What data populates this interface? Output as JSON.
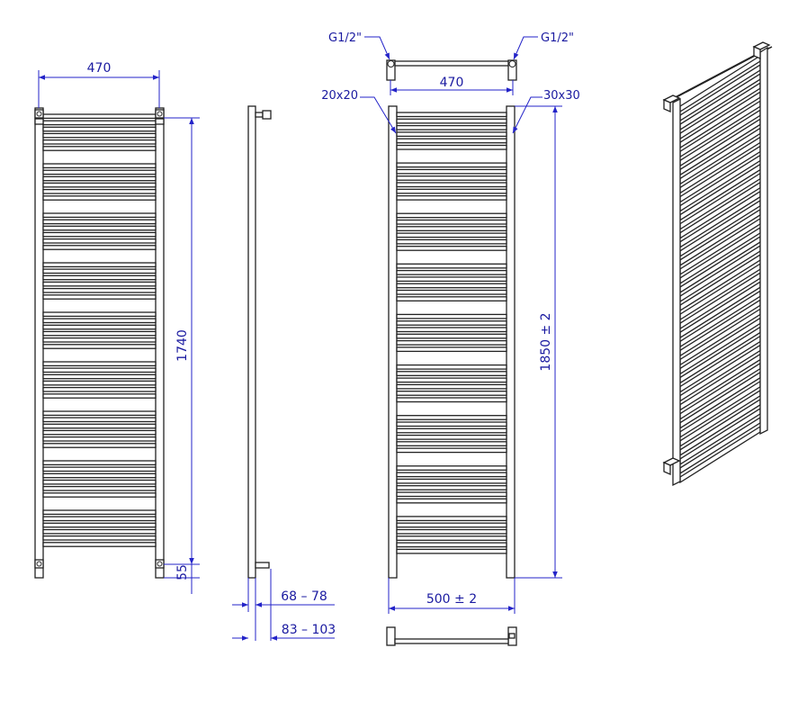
{
  "front_view": {
    "width_label": "470",
    "height_label": "1740",
    "bottom_offset_label": "55"
  },
  "side_view": {
    "wall_distance_label": "68 – 78",
    "total_depth_label": "83 – 103"
  },
  "rear_view": {
    "inlet_left_label": "G1/2\"",
    "inlet_right_label": "G1/2\"",
    "pipe_spacing_label": "470",
    "rail_section_label": "20x20",
    "column_section_label": "30x30",
    "height_label": "1850 ± 2",
    "width_label": "500 ± 2"
  },
  "colors": {
    "dimension": "#2323c8",
    "outline": "#222222"
  }
}
